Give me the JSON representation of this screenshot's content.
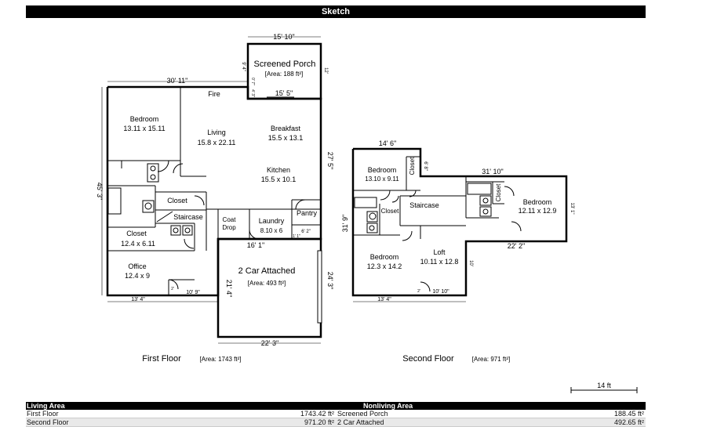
{
  "header": {
    "title": "Sketch"
  },
  "first_floor": {
    "label": "First Floor",
    "area": "[Area: 1743 ft²]",
    "dims": {
      "top": "30' 11\"",
      "left": "45' 3\"",
      "right_upper": "27' 5\"",
      "bottom_left": "13' 4\"",
      "bottom_mid": "10' 9\"",
      "garage_bottom": "22' 3\"",
      "garage_right": "24' 3\"",
      "garage_left": "21' 4\"",
      "garage_top": "16' 1\"",
      "pantry_small": "6' 2\"",
      "pantry_side": "1' 1\"",
      "small_left": "2'",
      "porch_top": "15' 10\"",
      "porch_bottom": "15' 5\"",
      "porch_left": "9' 4\"",
      "porch_right": "12'",
      "porch_small1": "0' 7\"",
      "porch_small2": "4' 3\""
    },
    "rooms": {
      "bedroom": {
        "name": "Bedroom",
        "size": "13.11 x 15.11"
      },
      "living": {
        "name": "Living",
        "size": "15.8 x 22.11"
      },
      "breakfast": {
        "name": "Breakfast",
        "size": "15.5 x 13.1"
      },
      "kitchen": {
        "name": "Kitchen",
        "size": "15.5 x 10.1"
      },
      "fire": {
        "name": "Fire"
      },
      "closet_a": {
        "name": "Closet"
      },
      "staircase": {
        "name": "Staircase"
      },
      "closet_b": {
        "name": "Closet",
        "size": "12.4 x 6.11"
      },
      "office": {
        "name": "Office",
        "size": "12.4 x 9"
      },
      "coat_drop_1": "Coat",
      "coat_drop_2": "Drop",
      "laundry": {
        "name": "Laundry",
        "size": "8.10 x 6"
      },
      "pantry": {
        "name": "Pantry"
      },
      "garage": {
        "name": "2 Car Attached",
        "area": "[Area: 493 ft²]"
      },
      "porch": {
        "name": "Screened Porch",
        "area": "[Area: 188 ft²]"
      }
    }
  },
  "second_floor": {
    "label": "Second Floor",
    "area": "[Area: 971 ft²]",
    "dims": {
      "top_left": "14' 6\"",
      "top_right": "31' 10\"",
      "left": "31' 9\"",
      "bed_small": "6' 8\"",
      "right": "13' 1\"",
      "loft_right": "10'",
      "bottom_left": "13' 4\"",
      "bottom_mid": "10' 10\"",
      "bottom_right": "22' 2\"",
      "small_left": "2'"
    },
    "rooms": {
      "bedroom_1": {
        "name": "Bedroom",
        "size": "13.10 x 9.11"
      },
      "closet_1": {
        "name": "Closet"
      },
      "closet_2": {
        "name": "Closet"
      },
      "staircase": {
        "name": "Staircase"
      },
      "closet_3": {
        "name": "Closet"
      },
      "bedroom_2": {
        "name": "Bedroom",
        "size": "12.11 x 12.9"
      },
      "bedroom_3": {
        "name": "Bedroom",
        "size": "12.3 x 14.2"
      },
      "loft": {
        "name": "Loft",
        "size": "10.11 x 12.8"
      }
    }
  },
  "scale": {
    "label": "14 ft"
  },
  "summary": {
    "living_header": "Living Area",
    "nonliving_header": "Nonliving Area",
    "rows": [
      {
        "name": "First Floor",
        "value": "1743.42 ft²",
        "nl_name": "Screened Porch",
        "nl_value": "188.45 ft²"
      },
      {
        "name": "Second Floor",
        "value": "971.20 ft²",
        "nl_name": "2 Car Attached",
        "nl_value": "492.65 ft²"
      }
    ]
  }
}
